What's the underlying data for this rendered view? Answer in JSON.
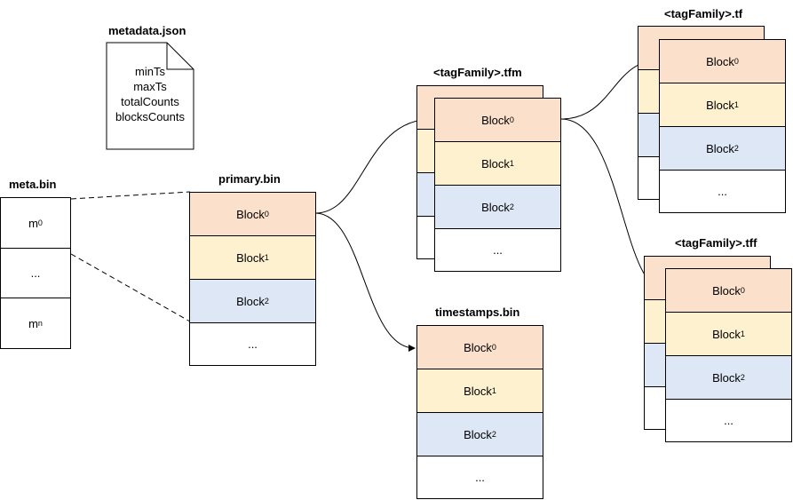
{
  "metadata": {
    "title": "metadata.json",
    "fields": [
      "minTs",
      "maxTs",
      "totalCounts",
      "blocksCounts"
    ]
  },
  "meta_bin": {
    "title": "meta.bin",
    "rows": [
      {
        "base": "m",
        "sub": "0"
      },
      {
        "base": "...",
        "sub": ""
      },
      {
        "base": "m",
        "sub": "n"
      }
    ]
  },
  "primary": {
    "title": "primary.bin",
    "blocks": [
      {
        "base": "Block",
        "sub": "0"
      },
      {
        "base": "Block",
        "sub": "1"
      },
      {
        "base": "Block",
        "sub": "2"
      },
      {
        "base": "...",
        "sub": ""
      }
    ]
  },
  "tfm": {
    "title": "<tagFamily>.tfm",
    "blocks": [
      {
        "base": "Block",
        "sub": "0"
      },
      {
        "base": "Block",
        "sub": "1"
      },
      {
        "base": "Block",
        "sub": "2"
      },
      {
        "base": "...",
        "sub": ""
      }
    ]
  },
  "timestamps": {
    "title": "timestamps.bin",
    "blocks": [
      {
        "base": "Block",
        "sub": "0"
      },
      {
        "base": "Block",
        "sub": "1"
      },
      {
        "base": "Block",
        "sub": "2"
      },
      {
        "base": "...",
        "sub": ""
      }
    ]
  },
  "tf": {
    "title": "<tagFamily>.tf",
    "blocks": [
      {
        "base": "Block",
        "sub": "0"
      },
      {
        "base": "Block",
        "sub": "1"
      },
      {
        "base": "Block",
        "sub": "2"
      },
      {
        "base": "...",
        "sub": ""
      }
    ]
  },
  "tff": {
    "title": "<tagFamily>.tff",
    "blocks": [
      {
        "base": "Block",
        "sub": "0"
      },
      {
        "base": "Block",
        "sub": "1"
      },
      {
        "base": "Block",
        "sub": "2"
      },
      {
        "base": "...",
        "sub": ""
      }
    ]
  },
  "colors": {
    "block0": "#fbe0cb",
    "block1": "#fdf1cf",
    "block2": "#dde7f6",
    "other": "#ffffff",
    "stroke": "#000000"
  }
}
